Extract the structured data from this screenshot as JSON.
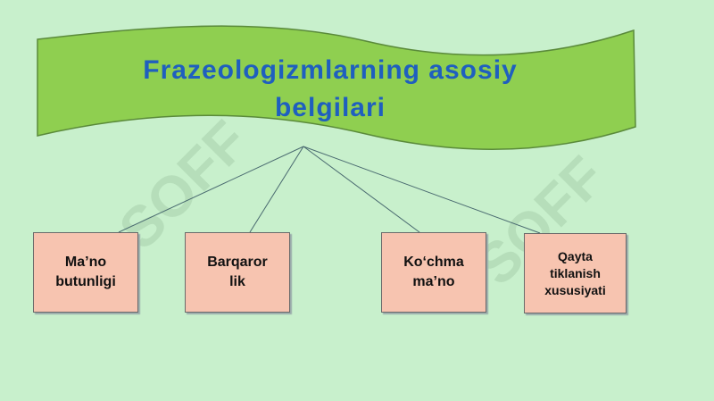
{
  "title": "Frazeologizmlarning asosiy\nbelgilari",
  "boxes": [
    {
      "label": "Ma’no\nbutunligi"
    },
    {
      "label": "Barqaror\nlik"
    },
    {
      "label": "Ko‘chma\nma’no"
    },
    {
      "label": "Qayta\ntiklanish\nxususiyati"
    }
  ],
  "watermark": "SOFF",
  "colors": {
    "background": "#c8f0cc",
    "banner": "#8fcf50",
    "title": "#1f5fbf",
    "box": "#f7c4b0"
  }
}
